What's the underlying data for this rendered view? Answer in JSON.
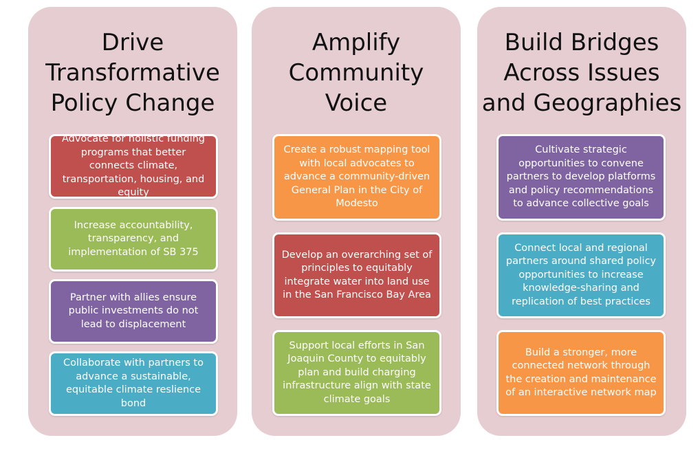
{
  "colors": {
    "panel": "#e6cdd1",
    "red": "#c0504d",
    "green": "#9bbb59",
    "purple": "#8064a2",
    "teal": "#4bacc6",
    "orange": "#f79646"
  },
  "columns": [
    {
      "heading": "Drive\nTransformative\nPolicy Change",
      "items": [
        "Advocate for holistic funding programs that better connects climate, transportation, housing, and equity",
        "Increase accountability, transparency, and implementation of SB 375",
        "Partner with allies ensure public investments do not lead to displacement",
        "Collaborate with partners to advance a sustainable, equitable climate reslience bond"
      ]
    },
    {
      "heading": "Amplify\nCommunity\nVoice",
      "items": [
        "Create a robust mapping tool with local advocates to advance a community-driven General Plan in the City of Modesto",
        "Develop an overarching set of principles to equitably integrate water into land use in the San Francisco Bay Area",
        "Support local efforts in San Joaquin County to equitably plan and build charging infrastructure align with state climate goals"
      ]
    },
    {
      "heading": "Build Bridges\nAcross Issues\nand Geographies",
      "items": [
        "Cultivate strategic opportunities to convene partners to develop platforms and policy recommendations to advance collective goals",
        "Connect local and regional partners around shared policy opportunities to increase knowledge-sharing and replication of best practices",
        "Build a stronger, more connected network through the creation and maintenance of an interactive network map"
      ]
    }
  ]
}
